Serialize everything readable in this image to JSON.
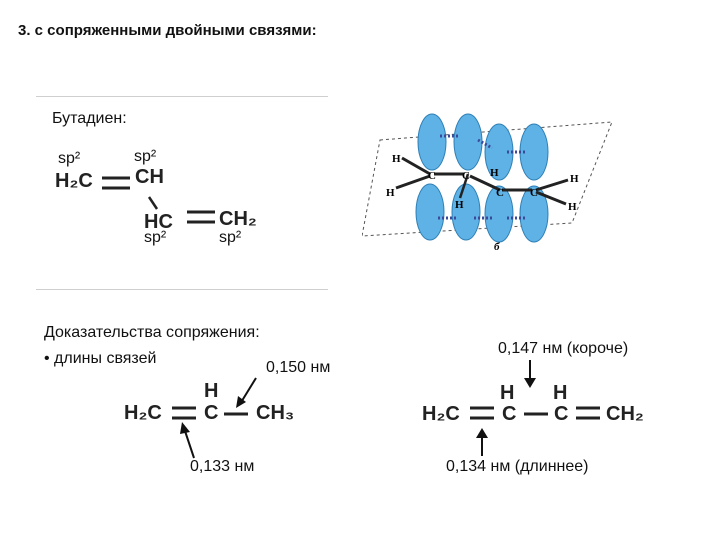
{
  "slide": {
    "title": "3. с сопряженными двойными связями:"
  },
  "butadiene": {
    "label": "Бутадиен:",
    "hybrid_labels": [
      "sp²",
      "sp²",
      "sp²",
      "sp²"
    ],
    "groups": [
      "H₂C",
      "CH",
      "HC",
      "CH₂"
    ]
  },
  "orbital_figure": {
    "atom_C": "C",
    "atom_H": "H",
    "caption": "б",
    "colors": {
      "lobe": "#5fb2e6",
      "lobe_edge": "#2d7fb5",
      "overlap": "#3a4a9a",
      "plane": "#555555"
    }
  },
  "evidence": {
    "heading": "Доказательства сопряжения:",
    "bullet": "• длины связей"
  },
  "propene": {
    "groups": [
      "H₂C",
      "C",
      "CH₃"
    ],
    "top_H": "H",
    "label_single": "0,150 нм",
    "label_double": "0,133 нм"
  },
  "butadiene_lengths": {
    "groups": [
      "H₂C",
      "C",
      "C",
      "CH₂"
    ],
    "top_H": [
      "H",
      "H"
    ],
    "label_single": "0,147 нм (короче)",
    "label_double": "0,134 нм (длиннее)"
  }
}
